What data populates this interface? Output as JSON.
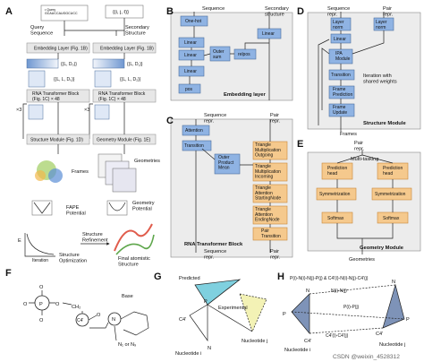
{
  "panels": {
    "a": "A",
    "b": "B",
    "c": "C",
    "d": "D",
    "e": "E",
    "f": "F",
    "g": "G",
    "h": "H"
  },
  "panel_a": {
    "query_text": "• Query\nGCAUCCAUGGCUCC",
    "pairs_text": "{(i, j, ℓ)}",
    "query_sequence": "Query\nSequence",
    "secondary_structure": "Secondary\nStructure",
    "embedding_1": "Embedding Layer (Fig. 1B)",
    "embedding_2": "Embedding Layer (Fig. 1B)",
    "feat_left_1": "{(L, D₀)}",
    "feat_left_2": "{(L, L, D₀)}",
    "feat_right_1": "{(L, D₁)}",
    "feat_right_2": "{(L, L, D₂)}",
    "rna_block_1": "RNA Transformer Block\n(Fig. 1C) × 48",
    "rna_block_2": "RNA Transformer Block\n(Fig. 1C) × 48",
    "x3_1": "×3",
    "x3_2": "×3",
    "structure_module": "Structure Module (Fig. 1D)",
    "geometry_module": "Geometry Module (Fig. 1E)",
    "frames": "Frames",
    "geometries": "Geometries",
    "fape": "FAPE\nPotential",
    "geometry_potential": "Geometry\nPotential",
    "e_axis": "E",
    "iteration_axis": "Iteration",
    "structure_optimization": "Structure\nOptimization",
    "structure_refinement": "Structure\nRefinement",
    "final_structure": "Final atomistic\nStructure"
  },
  "panel_b": {
    "sequence": "Sequence",
    "secondary_structure": "Secondary\nstructure",
    "one_hot": "One-hot",
    "linear_1": "Linear",
    "linear_2": "Linear",
    "linear_3": "Linear",
    "linear_4": "Linear",
    "outer_sum": "Outer\nsum",
    "relpos": "relpos",
    "pos": "pos",
    "embedding_layer": "Embedding layer"
  },
  "panel_c": {
    "sequence_repr": "Sequence\nrepr.",
    "pair_repr": "Pair\nrepr.",
    "attention": "Attention",
    "transition_left": "Transition",
    "outer_product_mean": "Outer\nProduct\nMean",
    "tri_mult_out": "Triangle\nMultiplication\nOutgoing",
    "tri_mult_in": "Triangle\nMultiplication\nIncoming",
    "tri_att_start": "Triangle\nAttention\nStartingNode",
    "tri_att_end": "Triangle\nAttention\nEndingNode",
    "pair_transition": "Pair\nTransition",
    "rna_transformer_block": "RNA Transformer Block",
    "sequence_repr_out": "Sequence\nrepr.",
    "pair_repr_out": "Pair\nrepr."
  },
  "panel_d": {
    "sequence_repr": "Sequence\nrepr.",
    "pair_repr": "Pair\nrepr.",
    "layer_norm_1": "Layer\nnorm",
    "layer_norm_2": "Layer\nnorm",
    "linear": "Linear",
    "ipa_module": "IPA\nModule",
    "transition": "Transition",
    "frame_prediction": "Frame\nPrediction",
    "frame_update": "Frame\nUpdate",
    "iteration_note": "Iteration with\nshared weights",
    "structure_module": "Structure Module",
    "frames": "Frames"
  },
  "panel_e": {
    "pair_repr": "Pair\nrepr.",
    "multi_tasking": "Multi-tasking",
    "prediction_head_1": "Prediction\nhead",
    "prediction_head_2": "Prediction\nhead",
    "symmetrization_1": "Symmetrization",
    "symmetrization_2": "Symmetrization",
    "softmax_1": "Softmax",
    "softmax_2": "Softmax",
    "geometry_module": "Geometry Module",
    "geometries": "Geometries"
  },
  "panel_f": {
    "p": "P",
    "o_top": "O",
    "o_left": "O",
    "o_right": "O",
    "o_bottom": "O",
    "ch2": "CH₂",
    "c4": "C4'",
    "o_ring": "O",
    "n": "N",
    "base": "Base",
    "n1_n9": "N₁ or N₉"
  },
  "panel_g": {
    "predicted": "Predicted",
    "experimental": "Experimental",
    "p": "P",
    "c4": "C4'",
    "n": "N",
    "nucleotide_i": "Nucleotide i",
    "nucleotide_j": "Nucleotide j"
  },
  "panel_h": {
    "top_formula": "P(i)-N(i)-N(j)-P(j) & C4'(i)-N(i)-N(j)-C4'(j)",
    "n_i_n_j": "N(i)-N(j)",
    "p_i_p_j": "P(i)-P(j)",
    "c4_c4": "C4'(i)-C4'(j)",
    "p_left": "P",
    "n_left": "N",
    "c4_left": "C4'",
    "n_right": "N",
    "p_right": "P",
    "c4_right": "C4'",
    "nucleotide_i": "Nucleotide i",
    "nucleotide_j": "Nucleotide j"
  },
  "watermark": "CSDN @weixin_4528312"
}
